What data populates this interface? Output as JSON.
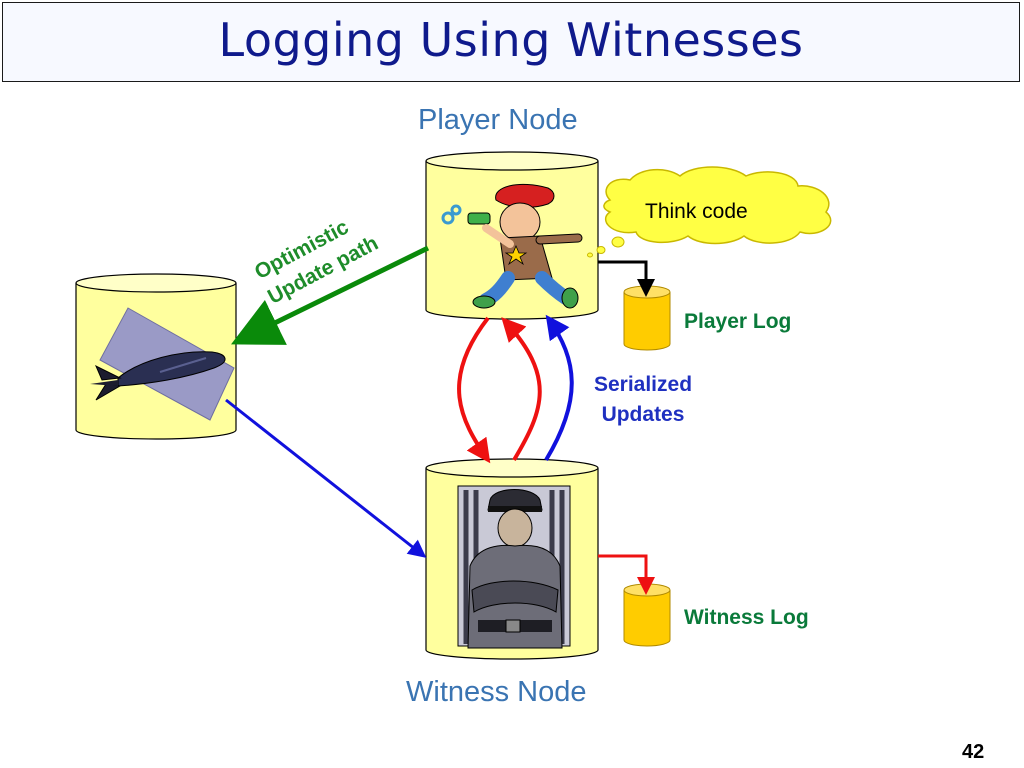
{
  "slide": {
    "title": "Logging Using Witnesses",
    "page_number": "42"
  },
  "nodes": {
    "player_node_label": "Player Node",
    "witness_node_label": "Witness Node"
  },
  "logs": {
    "player_log_label": "Player Log",
    "witness_log_label": "Witness Log"
  },
  "annotations": {
    "think_code": "Think code",
    "optimistic_line1": "Optimistic",
    "optimistic_line2": "Update path",
    "serialized_line1": "Serialized",
    "serialized_line2": "Updates"
  },
  "colors": {
    "title": "#0f1a8c",
    "node_label": "#3a74b2",
    "cylinder_fill": "#ffff9e",
    "log_fill": "#ffcc00",
    "optimistic_arrow": "#0a8a0a",
    "serial_red": "#ee1111",
    "serial_blue": "#1111dd"
  }
}
